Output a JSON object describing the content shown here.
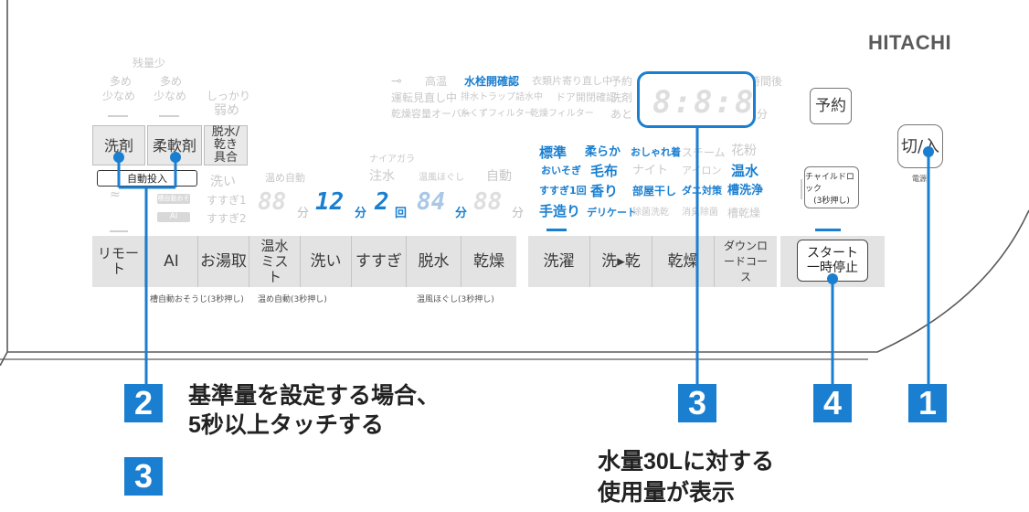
{
  "brand": "HITACHI",
  "top_left": {
    "zan_ryo": "残量少",
    "oome1": "多め",
    "oome2": "多め",
    "sukuname1": "少なめ",
    "sukuname2": "少なめ",
    "shikkari": "しっかり",
    "yowame": "弱め",
    "senzai": "洗剤",
    "junan": "柔軟剤",
    "dassui_guai": "脱水/乾き具合",
    "jido_tounyu": "自動投入",
    "remote_small": "槽自動おそうじ",
    "ai_small": "AI",
    "arai": "洗い",
    "susugi1": "すすぎ1",
    "susugi2": "すすぎ2"
  },
  "indicators": {
    "key_icon": "⊸",
    "koon": "高温",
    "suisen": "水栓開確認",
    "ifuku": "衣類片寄り直し中",
    "unten": "運転見直し中",
    "haisui": "排水トラップ詰水中",
    "door": "ドア開閉確認",
    "kanso_over": "乾燥容量オーバー",
    "ito_filter": "糸くずフィルター",
    "kanso_filter": "乾燥フィルター",
    "yoyaku_hidden": "予約",
    "sen_hidden": "洗剤",
    "ato": "あと",
    "after": "時間後",
    "hun": "分"
  },
  "display": {
    "digits": "8:8:8"
  },
  "middle": {
    "naiagara": "ナイアガラ",
    "onsui_jido": "温め自動",
    "chusui": "注水",
    "fuhukuhogushi": "温風ほぐし",
    "jido": "自動",
    "seg1": "88",
    "seg2": "12",
    "seg3": "2",
    "seg4": "84",
    "seg5": "88",
    "fun1": "分",
    "fun2": "分",
    "kai": "回",
    "fun3": "分",
    "fun4": "分"
  },
  "courses": {
    "hyojun": "標準",
    "yawaraka": "柔らか",
    "oshare": "おしゃれ着",
    "steam": "スチーム",
    "kafun": "花粉",
    "oisoki": "おいそぎ",
    "mofu": "毛布",
    "night": "ナイト",
    "aircon": "アイロン",
    "onsui": "温水",
    "susugi1kai": "すすぎ1回",
    "kaori": "香り",
    "heyaboshi": "部屋干し",
    "dani": "ダニ対策",
    "sosenjo": "槽洗浄",
    "tezukuri": "手造り",
    "delicate": "デリケート",
    "jokin": "除菌洗乾",
    "shokin": "消臭除菌",
    "sokanso": "槽乾燥"
  },
  "buttons": {
    "yoyaku": "予約",
    "kiri_iri": "切/入",
    "dengen": "電源",
    "child_lock": "チャイルドロック",
    "child_lock_sub": "(3秒押し)",
    "remote": "リモート",
    "ai": "AI",
    "oyutori": "お湯取",
    "onsui_mist": "温水ミスト",
    "arai": "洗い",
    "susugi": "すすぎ",
    "dassui": "脱水",
    "kanso": "乾燥",
    "sentaku": "洗濯",
    "sen_kan": "洗▸乾",
    "kanso2": "乾燥",
    "download": "ダウンロードコース",
    "start": "スタート",
    "ichiji": "一時停止"
  },
  "sublabels": {
    "s1": "槽自動おそうじ(3秒押し)",
    "s2": "温め自動(3秒押し)",
    "s3": "温風ほぐし(3秒押し)"
  },
  "callouts": {
    "c2": "2",
    "c3a": "3",
    "c3b": "3",
    "c4": "4",
    "c1": "1",
    "text2_line1": "基準量を設定する場合、",
    "text2_line2": "5秒以上タッチする",
    "text3_line1": "水量30Lに対する",
    "text3_line2": "使用量が表示"
  },
  "colors": {
    "accent": "#1a7fd0",
    "callout_bg": "#1a7fd0"
  }
}
